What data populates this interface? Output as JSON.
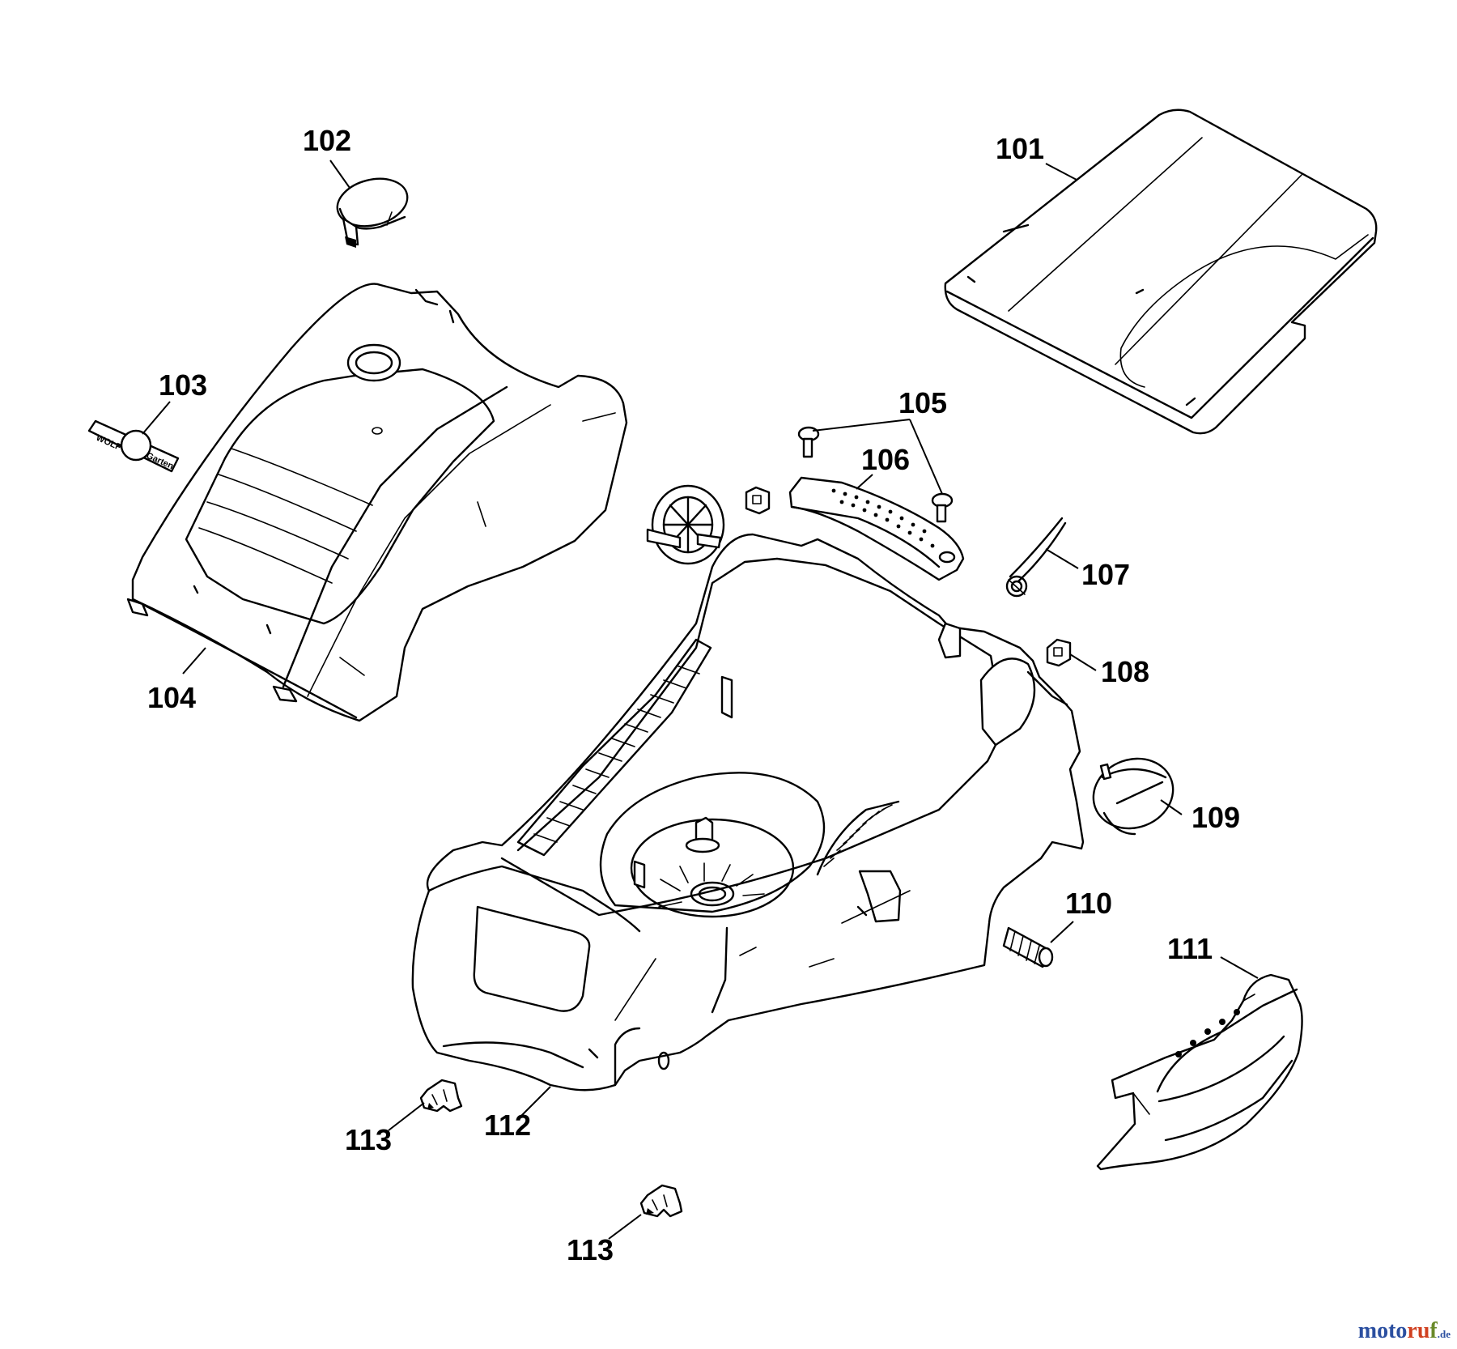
{
  "diagram": {
    "labels": {
      "p101": "101",
      "p102": "102",
      "p103": "103",
      "p104": "104",
      "p105": "105",
      "p106": "106",
      "p107": "107",
      "p108": "108",
      "p109": "109",
      "p110": "110",
      "p111": "111",
      "p112": "112",
      "p113a": "113",
      "p113b": "113"
    },
    "badge_text": {
      "line1": "WOLF",
      "line2": "Garten"
    }
  },
  "watermark": {
    "part1": "moto",
    "part2": "ru",
    "part3": "f",
    "suffix": ".de"
  }
}
